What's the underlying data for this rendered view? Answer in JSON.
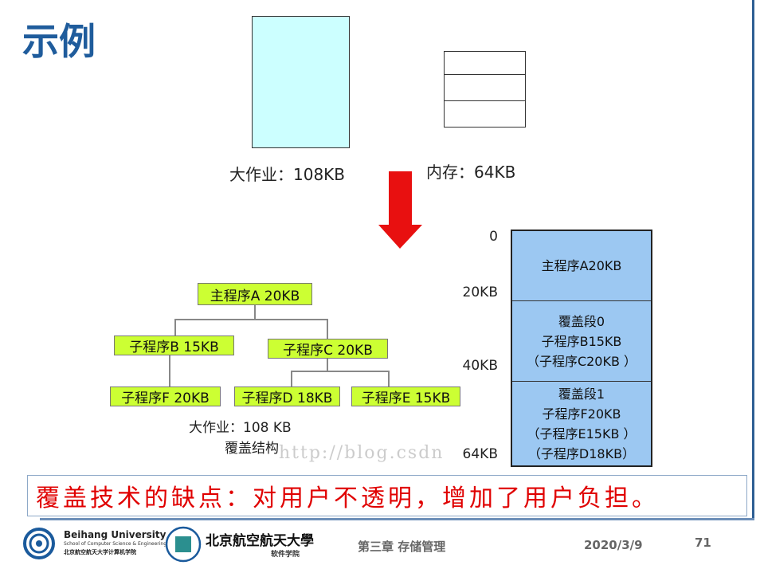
{
  "title": "示例",
  "top": {
    "job_label": "大作业：108KB",
    "memory_label": "内存：64KB"
  },
  "tree": {
    "a": "主程序A  20KB",
    "b": "子程序B  15KB",
    "c": "子程序C  20KB",
    "f": "子程序F 20KB",
    "d": "子程序D 18KB",
    "e": "子程序E 15KB",
    "caption1": "大作业：108 KB",
    "caption2": "覆盖结构"
  },
  "memory": {
    "ticks": [
      "0",
      "20KB",
      "40KB",
      "64KB"
    ],
    "seg0": [
      "主程序A20KB"
    ],
    "seg1": [
      "覆盖段0",
      "子程序B15KB",
      "（子程序C20KB ）"
    ],
    "seg2": [
      "覆盖段1",
      "子程序F20KB",
      "（子程序E15KB ）",
      "（子程序D18KB）"
    ]
  },
  "watermark": "http://blog.csdn",
  "note": "覆盖技术的缺点：对用户不透明，增加了用户负担。",
  "footer": {
    "uni_en": "Beihang University",
    "school_en": "School of Computer Science & Engineering",
    "school_cn": "北京航空航天大学计算机学院",
    "uni_cn": "北京航空航天大學",
    "college_cn": "软件学院",
    "chapter": "第三章 存储管理",
    "date": "2020/3/9",
    "page": "71"
  },
  "colors": {
    "title": "#1f5c9c",
    "tree_box": "#ccff33",
    "memory": "#9cc8f2",
    "job": "#ccffff",
    "arrow": "#e81010",
    "note": "#e00000"
  }
}
